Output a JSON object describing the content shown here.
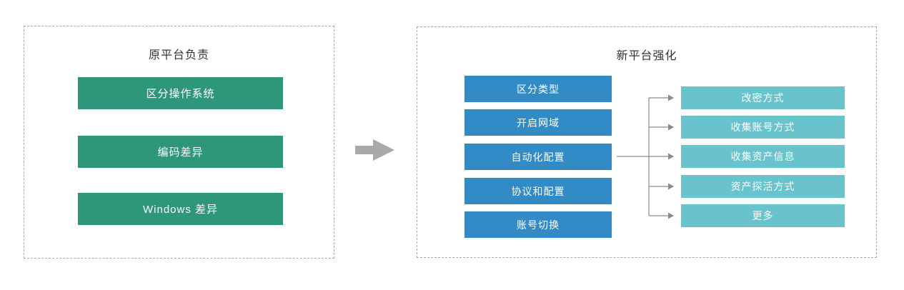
{
  "left_panel": {
    "title": "原平台负责",
    "items": [
      {
        "label": "区分操作系统"
      },
      {
        "label": "编码差异"
      },
      {
        "label": "Windows 差异"
      }
    ]
  },
  "right_panel": {
    "title": "新平台强化",
    "primary_items": [
      {
        "label": "区分类型"
      },
      {
        "label": "开启网域"
      },
      {
        "label": "自动化配置"
      },
      {
        "label": "协议和配置"
      },
      {
        "label": "账号切换"
      }
    ],
    "secondary_items": [
      {
        "label": "改密方式"
      },
      {
        "label": "收集账号方式"
      },
      {
        "label": "收集资产信息"
      },
      {
        "label": "资产探活方式"
      },
      {
        "label": "更多"
      }
    ],
    "connector": {
      "from": "自动化配置",
      "to": [
        "改密方式",
        "收集账号方式",
        "收集资产信息",
        "资产探活方式",
        "更多"
      ]
    }
  },
  "colors": {
    "green_bar": "#2e9679",
    "blue_bar": "#338bc5",
    "teal_bar": "#68c3cc",
    "connector_line": "#8a8a8a",
    "block_arrow": "#a9a9a9",
    "dashed_border": "#a9a9a9",
    "title_text": "#333333",
    "bar_text": "#ffffff"
  }
}
